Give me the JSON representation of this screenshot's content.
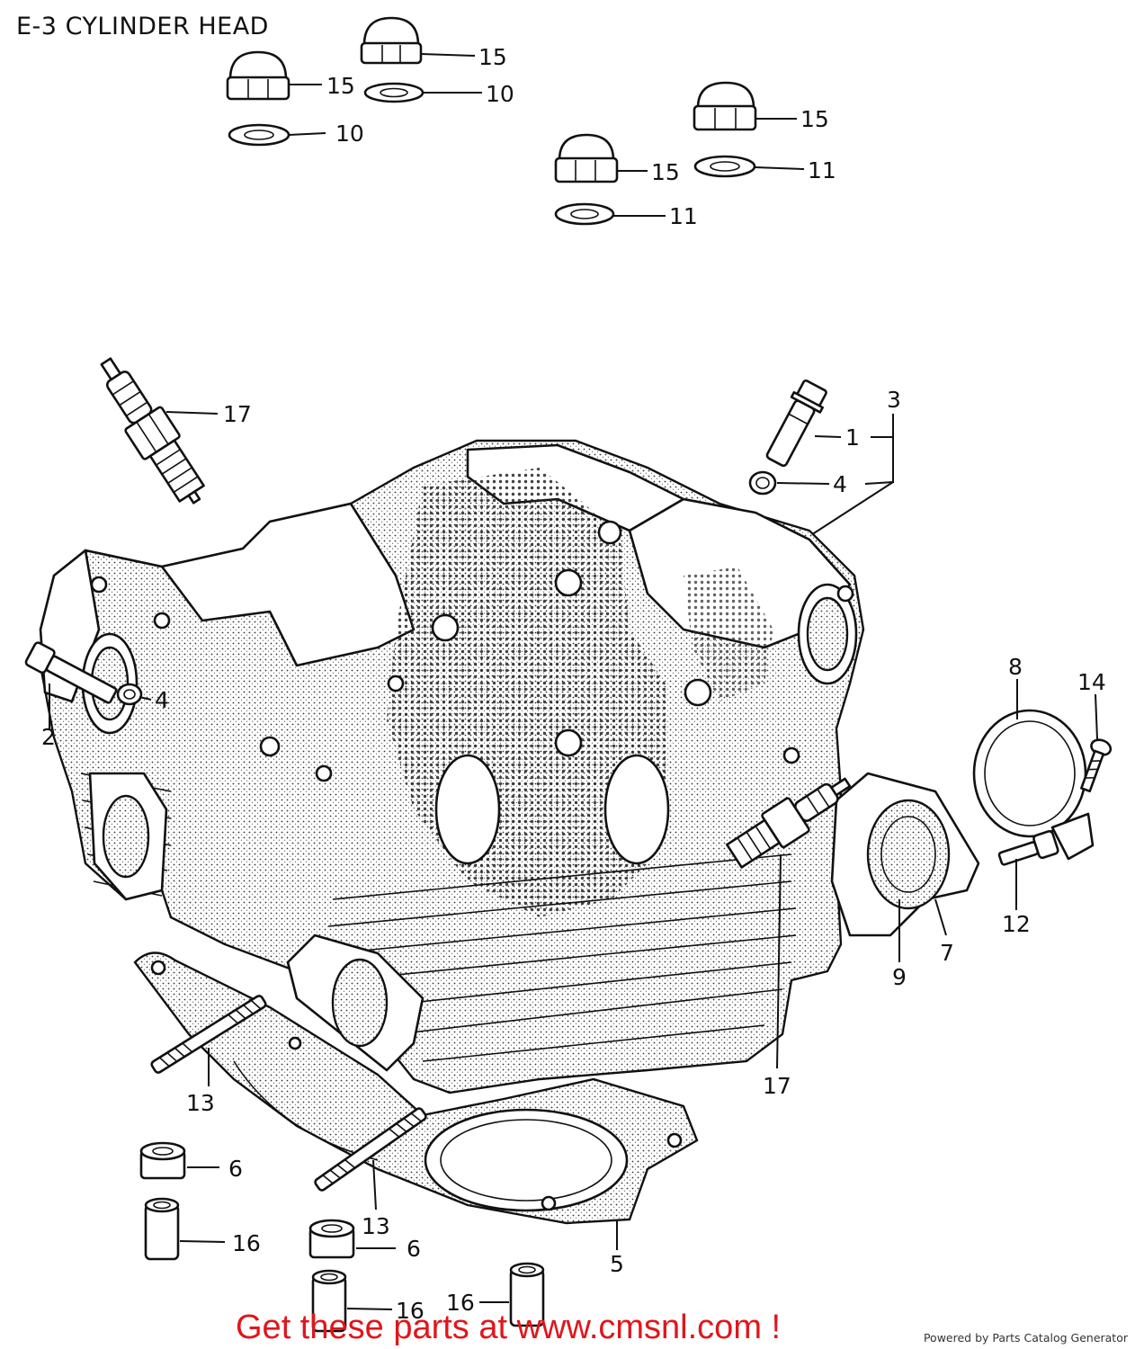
{
  "title": "E-3 CYLINDER HEAD",
  "call_to_action": "Get these parts at www.cmsnl.com !",
  "credit": "Powered by Parts Catalog Generator",
  "callouts": [
    "1",
    "2",
    "3",
    "4",
    "4",
    "5",
    "6",
    "6",
    "7",
    "8",
    "9",
    "10",
    "10",
    "11",
    "11",
    "12",
    "13",
    "13",
    "14",
    "15",
    "15",
    "15",
    "15",
    "16",
    "16",
    "16",
    "17",
    "17"
  ],
  "figure_description_icons": [
    "cylinder-head-casting",
    "spark-plug",
    "acorn-nut",
    "washer",
    "bolt",
    "o-ring",
    "gasket",
    "dowel-pin",
    "collar",
    "stud-bolt",
    "insulator",
    "hose-clamp",
    "screw"
  ]
}
